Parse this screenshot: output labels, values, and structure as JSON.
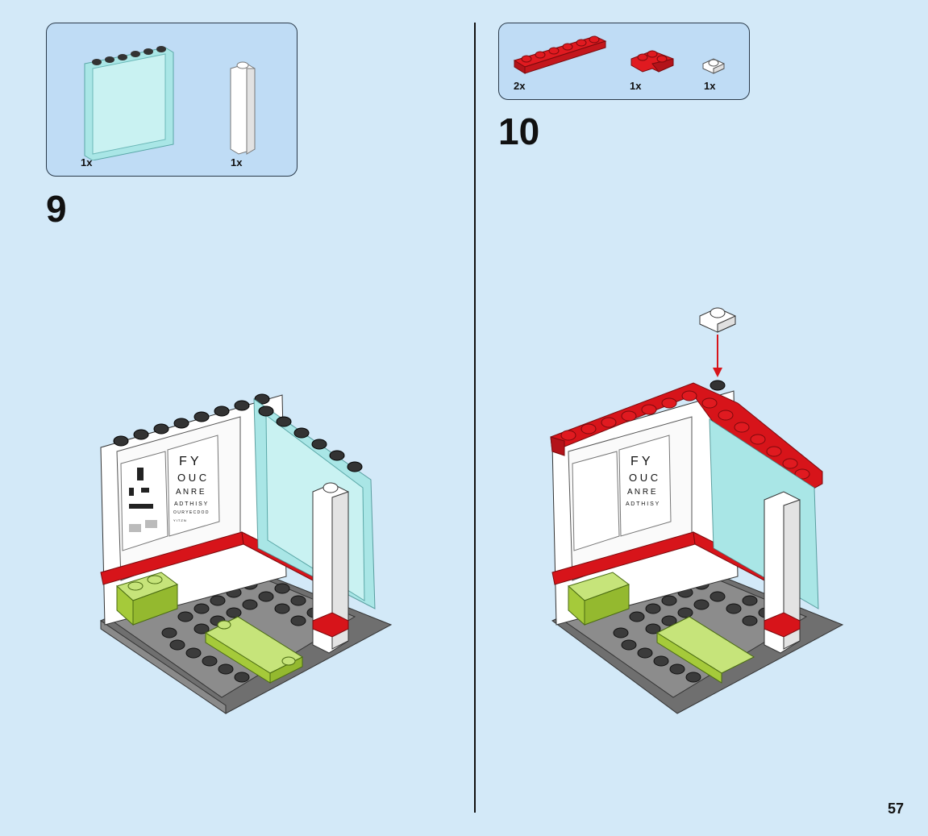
{
  "page_number": "57",
  "steps": [
    {
      "number": "9",
      "parts": [
        {
          "name": "trans-light-blue 1x6x5 window panel",
          "qty": "1x",
          "icon": "window-panel-icon"
        },
        {
          "name": "white 1x1x5 brick column",
          "qty": "1x",
          "icon": "white-column-icon"
        }
      ]
    },
    {
      "number": "10",
      "parts": [
        {
          "name": "red 1x6 plate",
          "qty": "2x",
          "icon": "red-plate-1x6-icon"
        },
        {
          "name": "red 2x2 corner plate",
          "qty": "1x",
          "icon": "red-corner-plate-icon"
        },
        {
          "name": "white 1x1 plate",
          "qty": "1x",
          "icon": "white-plate-1x1-icon"
        }
      ]
    }
  ],
  "eye_chart": {
    "rows": [
      "F Y",
      "O U C",
      "A N R E",
      "A D T H I S Y",
      "O U R Y E C D O D",
      "Y   I   T   Z   N"
    ]
  },
  "colors": {
    "background": "#d3e9f8",
    "parts_box": "#bfdcf5",
    "red_brick": "#d7141a",
    "lime_brick": "#a5ca3a",
    "base_plate": "#8c8c8c",
    "glass": "#a9e6e6"
  }
}
